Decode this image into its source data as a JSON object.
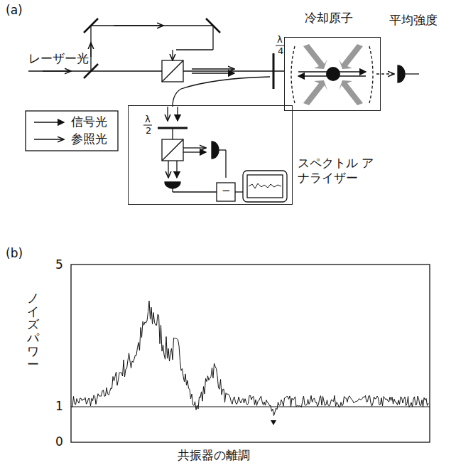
{
  "diagram": {
    "nodes": [
      {
        "text": [
          "冷却原子"
        ]
      },
      {
        "text": [
          "スペクトル アナライザー"
        ]
      }
    ],
    "labels": [
      "(a)",
      "レーザー光",
      "平均強度",
      "λ",
      "4",
      "λ",
      "2",
      "−",
      "(b)",
      "5",
      "1",
      "0",
      "ノイズパワー",
      "共振器の離調"
    ],
    "legend": [
      {
        "text": "信号光"
      },
      {
        "text": "参照光"
      }
    ]
  }
}
